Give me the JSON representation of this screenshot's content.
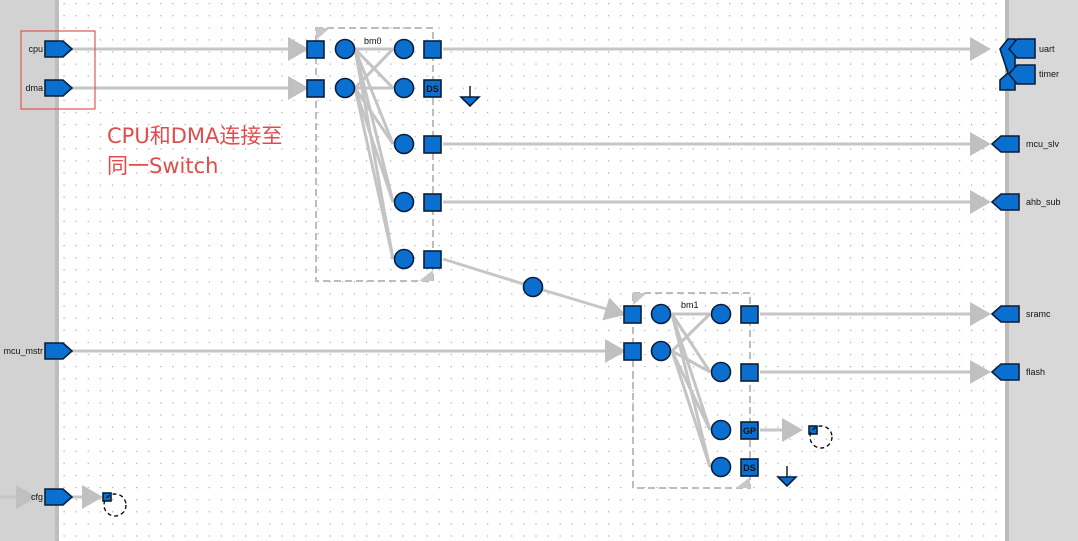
{
  "annotation": {
    "line1": "CPU和DMA连接至",
    "line2": "同一Switch",
    "color": "#e24b4b"
  },
  "colors": {
    "port_fill": "#0b6fd0",
    "wire": "#c6c6c6",
    "canvas": "#ffffff",
    "side_panel": "#cfcfcf"
  },
  "inputs": {
    "cpu": "cpu",
    "dma": "dma",
    "mcu_mstr": "mcu_mstr",
    "cfg": "cfg"
  },
  "outputs": {
    "uart": "uart",
    "timer": "timer",
    "mcu_slv": "mcu_slv",
    "ahb_sub": "ahb_sub",
    "sramc": "sramc",
    "flash": "flash"
  },
  "switches": {
    "bm0": "bm0",
    "bm1": "bm1"
  },
  "tags": {
    "ds": "DS",
    "gp": "GP"
  }
}
